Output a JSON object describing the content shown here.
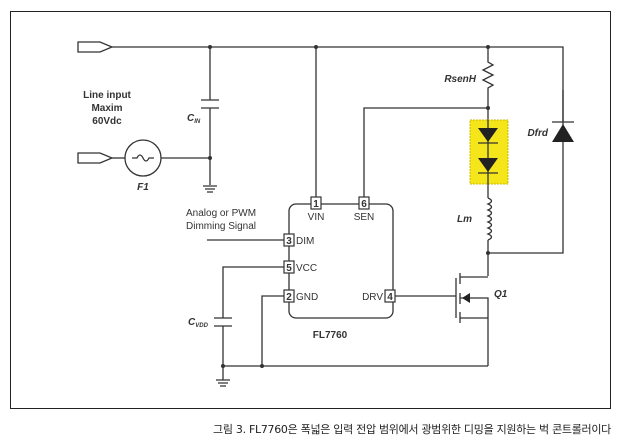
{
  "diagram": {
    "title": "FL7760 buck LED driver schematic",
    "input_label": [
      "Line input",
      "Maxim",
      "60Vdc"
    ],
    "components": {
      "fuse": "F1",
      "input_cap": "C",
      "input_cap_sub": "IN",
      "sense_resistor": "RsenH",
      "diode": "Dfrd",
      "inductor": "Lm",
      "mosfet": "Q1",
      "vdd_cap": "C",
      "vdd_cap_sub": "VDD",
      "ic": "FL7760"
    },
    "dimming_label": [
      "Analog or PWM",
      "Dimming Signal"
    ],
    "pins": [
      {
        "num": "1",
        "name": "VIN"
      },
      {
        "num": "6",
        "name": "SEN"
      },
      {
        "num": "3",
        "name": "DIM"
      },
      {
        "num": "5",
        "name": "VCC"
      },
      {
        "num": "2",
        "name": "GND"
      },
      {
        "num": "4",
        "name": "DRV"
      }
    ],
    "led_highlight_color": "#f5e61c"
  },
  "caption": "그림 3. FL7760은 폭넓은 입력 전압 범위에서 광범위한 디밍을 지원하는 벅 콘트롤러이다"
}
